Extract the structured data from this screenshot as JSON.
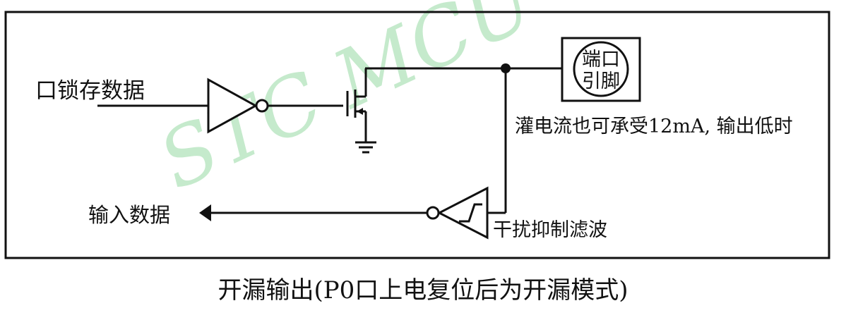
{
  "watermark": "STC MCU",
  "labels": {
    "latch_data": "口锁存数据",
    "input_data": "输入数据",
    "port_pin_line1": "端口",
    "port_pin_line2": "引脚",
    "sink_current": "灌电流也可承受12mA, 输出低时",
    "noise_filter": "干扰抑制滤波"
  },
  "caption": "开漏输出(P0口上电复位后为开漏模式)",
  "colors": {
    "line": "#111111",
    "watermark": "#7fd08f"
  }
}
